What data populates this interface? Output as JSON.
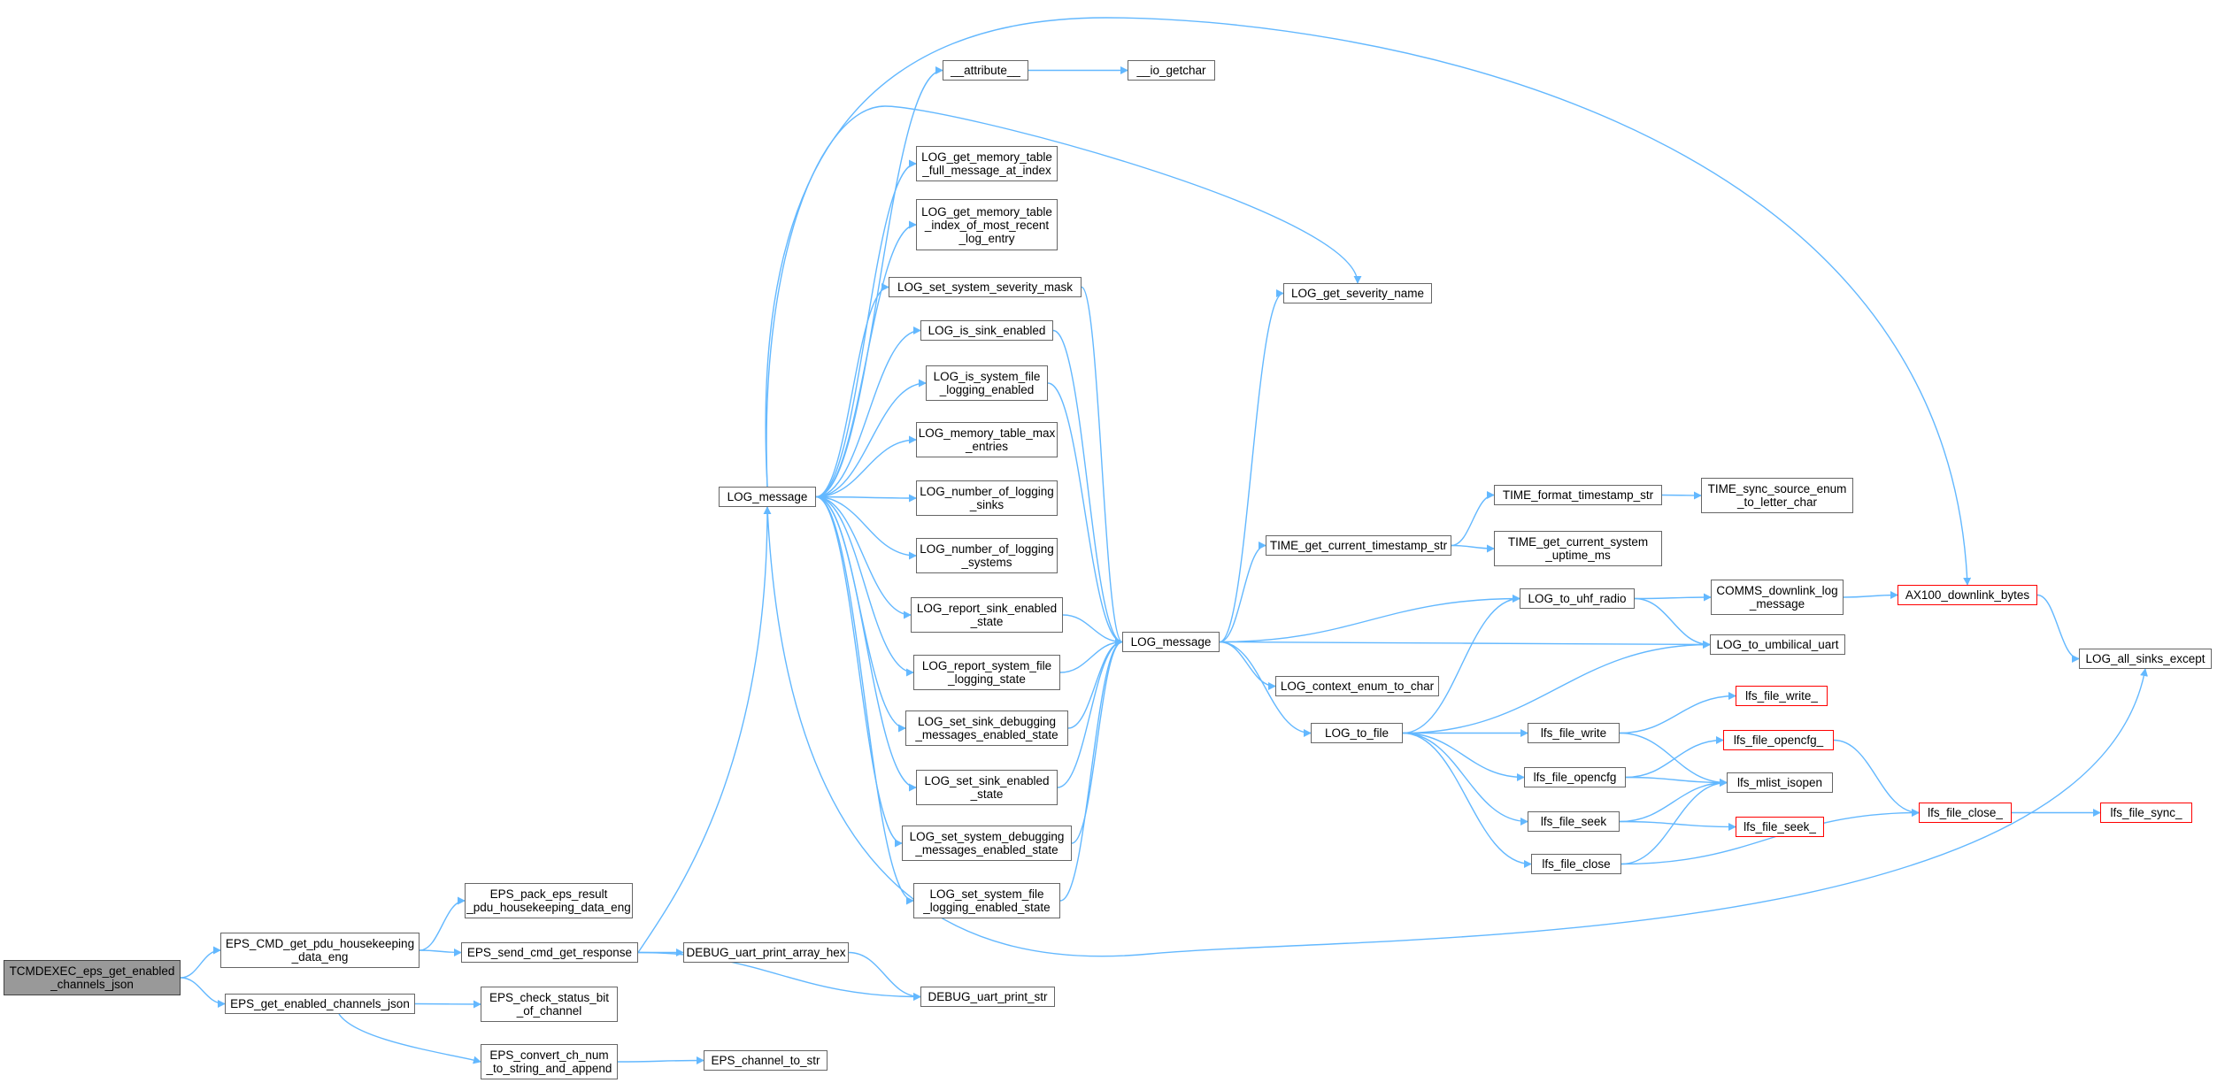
{
  "colors": {
    "edge": "#63b8ff",
    "border": "#666666",
    "root_fill": "#999999",
    "truncated_border": "#ff0000"
  },
  "nodes": {
    "root": "TCMDEXEC_eps_get_enabled\n_channels_json",
    "eps_cmd_get_pdu": "EPS_CMD_get_pdu_housekeeping\n_data_eng",
    "eps_get_enabled": "EPS_get_enabled_channels_json",
    "eps_pack": "EPS_pack_eps_result\n_pdu_housekeeping_data_eng",
    "eps_send": "EPS_send_cmd_get_response",
    "eps_check": "EPS_check_status_bit\n_of_channel",
    "eps_convert": "EPS_convert_ch_num\n_to_string_and_append",
    "eps_channel": "EPS_channel_to_str",
    "debug_hex": "DEBUG_uart_print_array_hex",
    "debug_str": "DEBUG_uart_print_str",
    "log_message_left": "LOG_message",
    "attribute": "__attribute__",
    "io_getchar": "__io_getchar",
    "get_full": "LOG_get_memory_table\n_full_message_at_index",
    "get_index": "LOG_get_memory_table\n_index_of_most_recent\n_log_entry",
    "set_mask": "LOG_set_system_severity_mask",
    "is_sink": "LOG_is_sink_enabled",
    "is_file": "LOG_is_system_file\n_logging_enabled",
    "max_entries": "LOG_memory_table_max\n_entries",
    "num_sinks": "LOG_number_of_logging\n_sinks",
    "num_systems": "LOG_number_of_logging\n_systems",
    "report_sink": "LOG_report_sink_enabled\n_state",
    "report_file": "LOG_report_system_file\n_logging_state",
    "set_sink_dbg": "LOG_set_sink_debugging\n_messages_enabled_state",
    "set_sink_en": "LOG_set_sink_enabled\n_state",
    "set_sys_dbg": "LOG_set_system_debugging\n_messages_enabled_state",
    "set_sys_file": "LOG_set_system_file\n_logging_enabled_state",
    "log_message_mid": "LOG_message",
    "severity_name": "LOG_get_severity_name",
    "time_current": "TIME_get_current_timestamp_str",
    "time_format": "TIME_format_timestamp_str",
    "time_uptime": "TIME_get_current_system\n_uptime_ms",
    "time_sync": "TIME_sync_source_enum\n_to_letter_char",
    "context_enum": "LOG_context_enum_to_char",
    "log_to_file": "LOG_to_file",
    "log_uhf": "LOG_to_uhf_radio",
    "log_umbilical": "LOG_to_umbilical_uart",
    "comms": "COMMS_downlink_log\n_message",
    "ax100": "AX100_downlink_bytes",
    "all_sinks": "LOG_all_sinks_except",
    "lfs_write": "lfs_file_write",
    "lfs_write_": "lfs_file_write_",
    "lfs_opencfg": "lfs_file_opencfg",
    "lfs_opencfg_": "lfs_file_opencfg_",
    "lfs_mlist": "lfs_mlist_isopen",
    "lfs_seek": "lfs_file_seek",
    "lfs_seek_": "lfs_file_seek_",
    "lfs_close": "lfs_file_close",
    "lfs_close_": "lfs_file_close_",
    "lfs_sync_": "lfs_file_sync_"
  }
}
